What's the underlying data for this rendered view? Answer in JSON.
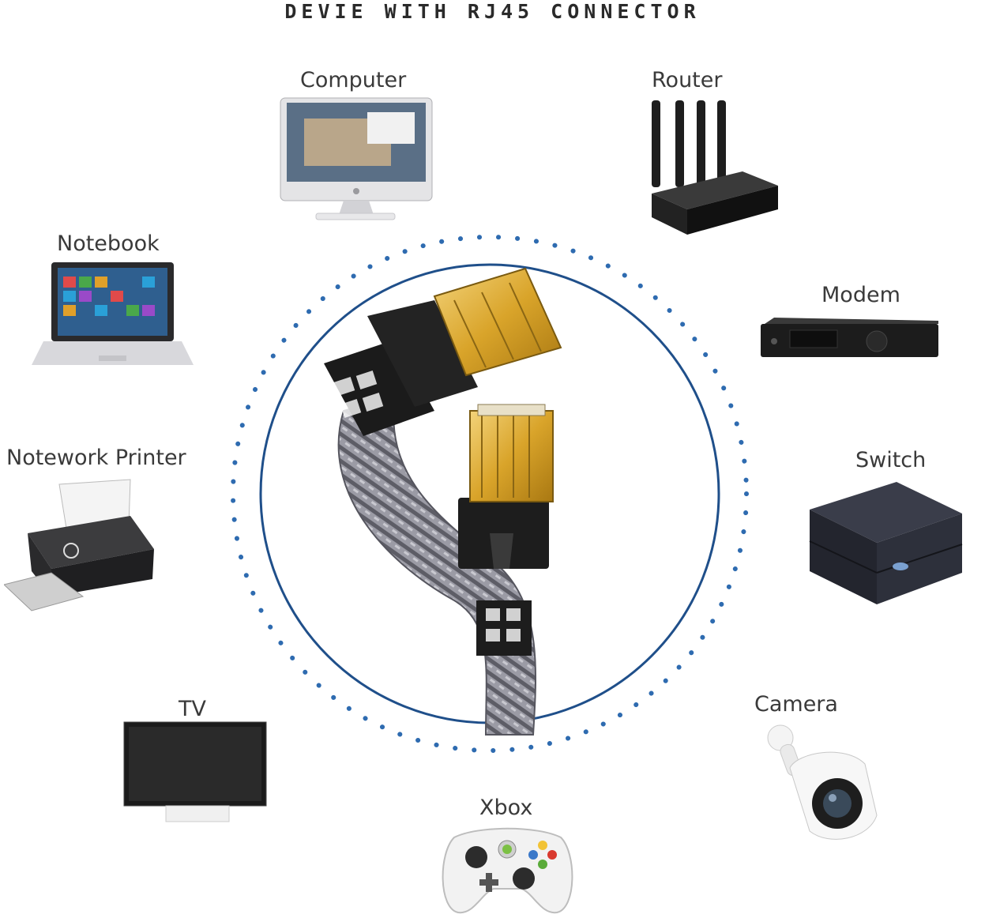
{
  "title": "DEVIE WITH RJ45 CONNECTOR",
  "colors": {
    "ring": "#1f4f8a",
    "dots": "#2e6bb0",
    "gold": "#e2b43c",
    "cable": "#8c8c96",
    "plug": "#1b1b1b"
  },
  "center": {
    "icon": "ethernet-cable-icon"
  },
  "devices": [
    {
      "id": "computer",
      "label": "Computer",
      "icon": "computer-icon"
    },
    {
      "id": "router",
      "label": "Router",
      "icon": "router-icon"
    },
    {
      "id": "notebook",
      "label": "Notebook",
      "icon": "notebook-icon"
    },
    {
      "id": "modem",
      "label": "Modem",
      "icon": "modem-icon"
    },
    {
      "id": "printer",
      "label": "Notework Printer",
      "icon": "printer-icon"
    },
    {
      "id": "switch",
      "label": "Switch",
      "icon": "switch-icon"
    },
    {
      "id": "tv",
      "label": "TV",
      "icon": "tv-icon"
    },
    {
      "id": "camera",
      "label": "Camera",
      "icon": "camera-icon"
    },
    {
      "id": "xbox",
      "label": "Xbox",
      "icon": "xbox-controller-icon"
    }
  ]
}
